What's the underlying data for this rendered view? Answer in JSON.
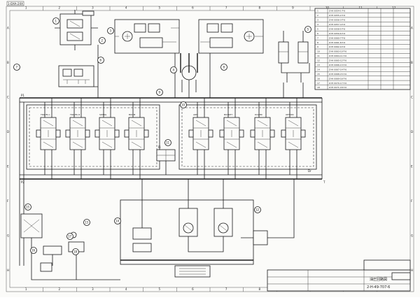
{
  "sheet": {
    "drawing_tag": "1-DXA-2XX",
    "column_numbers": [
      "1",
      "2",
      "3",
      "4",
      "5",
      "6",
      "7",
      "8",
      "9",
      "10",
      "11",
      "12"
    ],
    "row_letters": [
      "A",
      "B",
      "C",
      "D",
      "E",
      "F",
      "G",
      "H"
    ]
  },
  "balloons": [
    "1",
    "2",
    "3",
    "4",
    "5",
    "6",
    "7",
    "8",
    "9",
    "10",
    "11",
    "12",
    "13",
    "14",
    "15",
    "16",
    "17",
    "18"
  ],
  "parts_list": {
    "rows": [
      {
        "no": "1",
        "part": "Z-HI 0054-1-T-6"
      },
      {
        "no": "2",
        "part": "Z-HI 0055-2-T-6"
      },
      {
        "no": "3",
        "part": "Z-HI 0056-3-T-6"
      },
      {
        "no": "4",
        "part": "Z-HI 0057-4-T-6"
      },
      {
        "no": "5",
        "part": "Z-HI 0058-5-T-6"
      },
      {
        "no": "6",
        "part": "Z-HI 0059-6-T-6"
      },
      {
        "no": "7",
        "part": "Z-HI 0060-7-T-6"
      },
      {
        "no": "8",
        "part": "Z-HI 0061-8-T-6"
      },
      {
        "no": "9",
        "part": "Z-HI 0062-9-T-6"
      },
      {
        "no": "10",
        "part": "Z-HI 0063-10-T-6"
      },
      {
        "no": "11",
        "part": "Z-HI 0064-11-T-6"
      },
      {
        "no": "12",
        "part": "Z-HI 0065-12-T-6"
      },
      {
        "no": "13",
        "part": "Z-HI 0066-13-T-6"
      },
      {
        "no": "14",
        "part": "Z-HI 0067-14-T-6"
      },
      {
        "no": "15",
        "part": "Z-HI 0068-15-T-6"
      },
      {
        "no": "16",
        "part": "Z-HI 0069-16-T-6"
      },
      {
        "no": "17",
        "part": "Z-HI 0070-17-T-6"
      },
      {
        "no": "18",
        "part": "Z-HI 0071-18-T-6"
      }
    ]
  },
  "title_block": {
    "title": "油圧回路図",
    "drawing_number": "2-H-49-707-6"
  },
  "valve_labels": [
    "TRAVEL L",
    "TRAVEL R",
    "SWING",
    "BOOM",
    "ARM",
    "BUCKET",
    "DOZER",
    "OPTION"
  ],
  "port_labels": [
    "P1",
    "P2",
    "T",
    "Dr",
    "Pi"
  ]
}
